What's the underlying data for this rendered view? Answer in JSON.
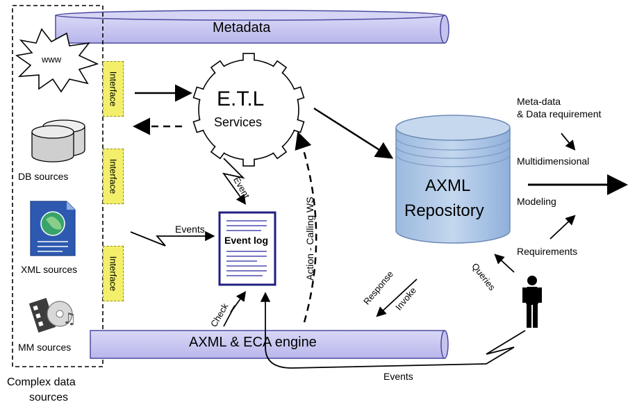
{
  "metadata_bar": {
    "label": "Metadata"
  },
  "sources": {
    "group_label_line1": "Complex data",
    "group_label_line2": "sources",
    "www": "www",
    "db": "DB sources",
    "xml": "XML sources",
    "mm": "MM sources"
  },
  "interfaces": [
    "Interface",
    "Interface",
    "Interface"
  ],
  "etl": {
    "title": "E.T.L",
    "subtitle": "Services"
  },
  "event_log": {
    "label": "Event log"
  },
  "repository": {
    "line1": "AXML",
    "line2": "Repository"
  },
  "engine": {
    "label": "AXML & ECA engine"
  },
  "edge_labels": {
    "event": "Event",
    "events_left": "Events",
    "action": "Action - Calling WS",
    "check": "Check",
    "response": "Response",
    "invoke": "Invoke",
    "queries": "Queries",
    "events_bottom": "Events"
  },
  "right_side": {
    "meta_line1": "Meta-data",
    "meta_line2": "& Data requirement",
    "multidimensional": "Multidimensional",
    "modeling": "Modeling",
    "requirements": "Requirements"
  },
  "colors": {
    "bar_fill": "#c9c8f0",
    "bar_stroke": "#4b4aa0",
    "interface_fill": "#f3ef6b",
    "cylinder_fill": "#a9c4e4",
    "cylinder_stroke": "#6e8bb6",
    "eventlog_stroke": "#1f1f80"
  }
}
